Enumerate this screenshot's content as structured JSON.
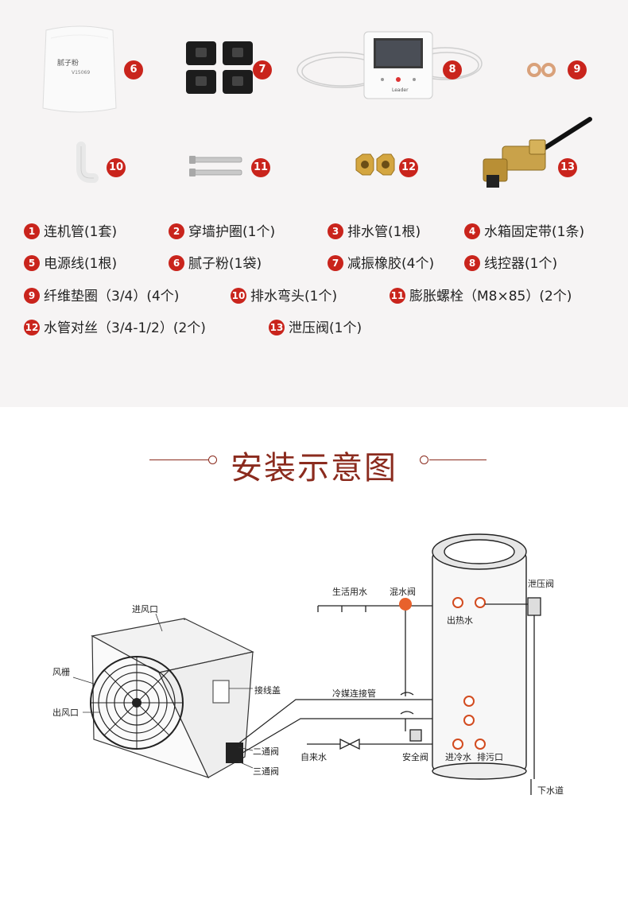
{
  "accessories": {
    "thumbs": [
      {
        "num": "6",
        "icon": "putty-bag-icon",
        "bag_text": "腻子粉",
        "bag_code": "V15069"
      },
      {
        "num": "7",
        "icon": "rubber-pad-icon"
      },
      {
        "num": "8",
        "icon": "wire-controller-icon",
        "brand": "Leader"
      },
      {
        "num": "9",
        "icon": "fiber-washer-icon"
      },
      {
        "num": "10",
        "icon": "drain-elbow-icon"
      },
      {
        "num": "11",
        "icon": "expansion-bolt-icon"
      },
      {
        "num": "12",
        "icon": "pipe-adapter-icon"
      },
      {
        "num": "13",
        "icon": "relief-valve-icon"
      }
    ],
    "legend": [
      {
        "num": "1",
        "label": "连机管(1套)"
      },
      {
        "num": "2",
        "label": "穿墙护圈(1个)"
      },
      {
        "num": "3",
        "label": "排水管(1根)"
      },
      {
        "num": "4",
        "label": "水箱固定带(1条)"
      },
      {
        "num": "5",
        "label": "电源线(1根)"
      },
      {
        "num": "6",
        "label": "腻子粉(1袋)"
      },
      {
        "num": "7",
        "label": "减振橡胶(4个)"
      },
      {
        "num": "8",
        "label": "线控器(1个)"
      },
      {
        "num": "9",
        "label": "纤维垫圈（3/4）(4个)"
      },
      {
        "num": "10",
        "label": "排水弯头(1个)"
      },
      {
        "num": "11",
        "label": "膨胀螺栓（M8×85）(2个)"
      },
      {
        "num": "12",
        "label": "水管对丝（3/4-1/2）(2个)"
      },
      {
        "num": "13",
        "label": "泄压阀(1个)"
      }
    ],
    "badge_color": "#c9241c"
  },
  "diagram": {
    "title": "安装示意图",
    "title_color": "#8b2b1e",
    "labels": {
      "air_inlet": "进风口",
      "fan_grille": "风栅",
      "air_outlet": "出风口",
      "wiring_cover": "接线盖",
      "two_way_valve": "二通阀",
      "three_way_valve": "三通阀",
      "domestic_water": "生活用水",
      "mixing_valve": "混水阀",
      "pressure_relief_valve": "泄压阀",
      "hot_water_out": "出热水",
      "refrigerant_pipe": "冷媒连接管",
      "tap_water": "自来水",
      "safety_valve": "安全阀",
      "cold_water_in": "进冷水",
      "drain_outlet": "排污口",
      "sewer": "下水道"
    },
    "mixing_valve_color": "#e8612c"
  }
}
